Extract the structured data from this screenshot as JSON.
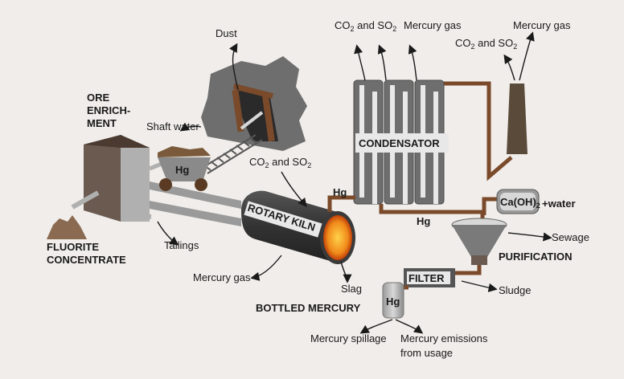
{
  "labels": {
    "dust": "Dust",
    "ore_enrichment_1": "ORE",
    "ore_enrichment_2": "ENRICH-",
    "ore_enrichment_3": "MENT",
    "shaft_water": "Shaft water",
    "cart_hg": "Hg",
    "co2_so2_kiln_prefix": "CO",
    "co2_so2_kiln_mid": " and SO",
    "fluorite_1": "FLUORITE",
    "fluorite_2": "CONCENTRATE",
    "tailings": "Tailings",
    "rotary_kiln": "ROTARY KILN",
    "kiln_hg": "Hg",
    "mercury_gas_kiln": "Mercury gas",
    "slag": "Slag",
    "bottled_mercury": "BOTTLED MERCURY",
    "bottle_hg": "Hg",
    "mercury_spillage": "Mercury spillage",
    "mercury_emissions_1": "Mercury emissions",
    "mercury_emissions_2": "from usage",
    "condensator": "CONDENSATOR",
    "condensator_hg": "Hg",
    "co2_so2_top_prefix": "CO",
    "co2_so2_top_mid": " and SO",
    "mercury_gas_top": "Mercury gas",
    "mercury_gas_stack": "Mercury gas",
    "co2_so2_stack_prefix": "CO",
    "co2_so2_stack_mid": " and SO",
    "sub2": "2",
    "caoh2_prefix": "Ca(OH)",
    "water": "+water",
    "sewage": "Sewage",
    "purification": "PURIFICATION",
    "filter": "FILTER",
    "sludge": "Sludge"
  },
  "colors": {
    "background": "#f0edea",
    "pipe": "#7a4a2a",
    "rock": "#6e6e6e",
    "metal": "#8a8a8a",
    "kiln_body": "#3a3a3a",
    "fire": "#f0a020",
    "text": "#1a1a1a"
  }
}
